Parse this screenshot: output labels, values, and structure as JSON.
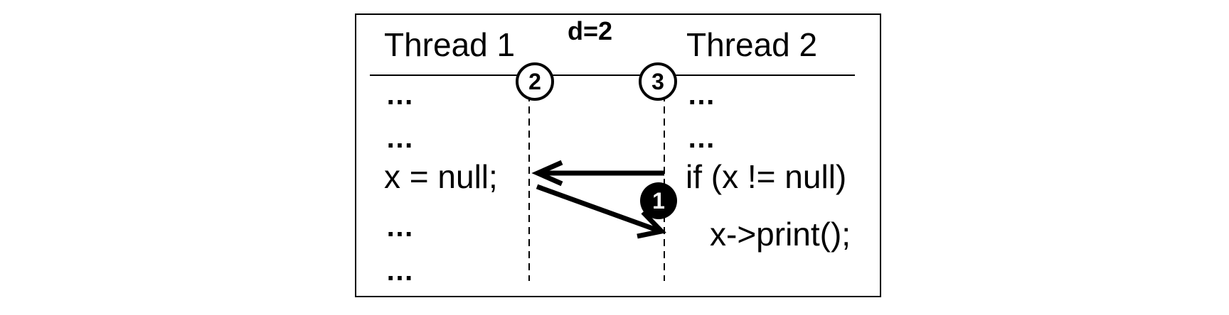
{
  "diagram": {
    "distance_label": "d=2",
    "thread1": {
      "header": "Thread 1",
      "lines": [
        "…",
        "…",
        "x = null;",
        "…",
        "…"
      ]
    },
    "thread2": {
      "header": "Thread 2",
      "lines": [
        "…",
        "…",
        "if (x != null)",
        "x->print();"
      ]
    },
    "markers": {
      "two": "2",
      "three": "3",
      "one": "1"
    }
  }
}
